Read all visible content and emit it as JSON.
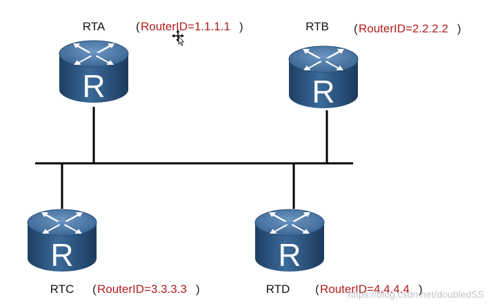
{
  "routers": [
    {
      "name": "RTA",
      "router_id": "RouterID=1.1.1.1",
      "icon_letter": "R"
    },
    {
      "name": "RTB",
      "router_id": "RouterID=2.2.2.2",
      "icon_letter": "R"
    },
    {
      "name": "RTC",
      "router_id": "RouterID=3.3.3.3",
      "icon_letter": "R"
    },
    {
      "name": "RTD",
      "router_id": "RouterID=4.4.4.4",
      "icon_letter": "R"
    }
  ],
  "paren_open": "(",
  "paren_close": ")",
  "watermark": "https://blog.csdn.net/doubledSS",
  "colors": {
    "router_body": "#2f5a86",
    "router_top": "#4a78a8",
    "router_id_text": "#b01c1c",
    "link": "#000000"
  },
  "icons": {
    "router": "router-icon",
    "cursor": "move-cursor-icon"
  }
}
